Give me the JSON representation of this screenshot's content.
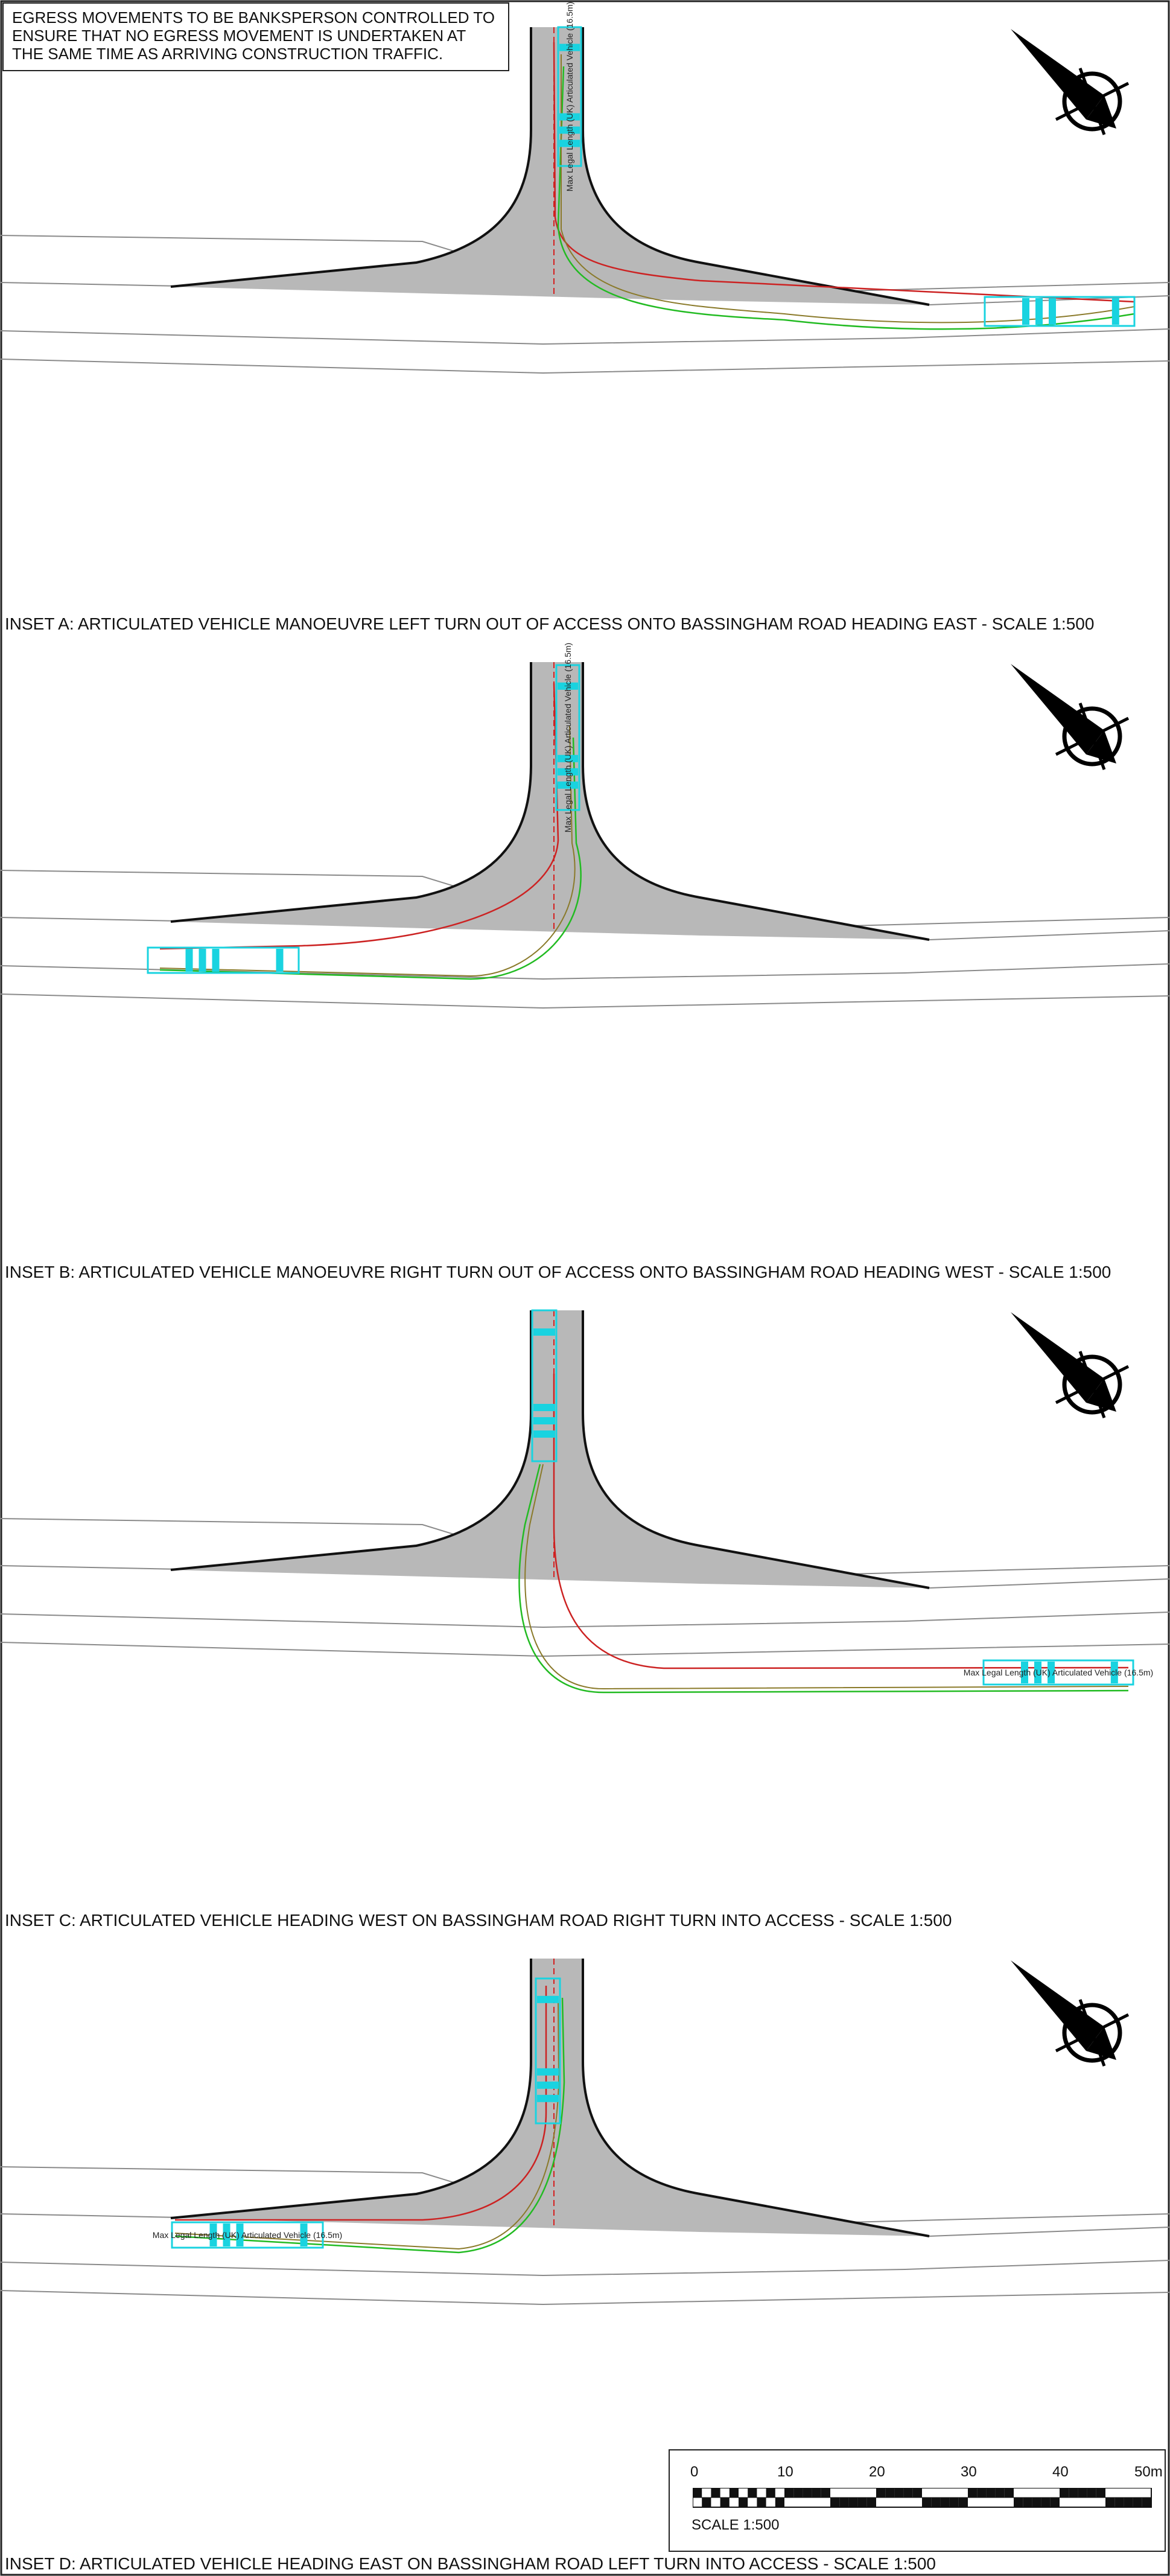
{
  "note": "EGRESS MOVEMENTS TO BE BANKSPERSON CONTROLLED TO ENSURE THAT NO EGRESS MOVEMENT IS UNDERTAKEN AT THE SAME TIME AS ARRIVING CONSTRUCTION TRAFFIC.",
  "vehicle_label": "Max Legal Length (UK) Articulated Vehicle (16.5m)",
  "insets": [
    {
      "id": "A",
      "caption": "INSET A: ARTICULATED VEHICLE MANOEUVRE LEFT TURN OUT OF ACCESS ONTO BASSINGHAM ROAD HEADING EAST - SCALE 1:500"
    },
    {
      "id": "B",
      "caption": "INSET B: ARTICULATED VEHICLE MANOEUVRE RIGHT TURN OUT OF ACCESS ONTO BASSINGHAM ROAD HEADING WEST - SCALE 1:500"
    },
    {
      "id": "C",
      "caption": "INSET C: ARTICULATED VEHICLE HEADING WEST ON BASSINGHAM ROAD RIGHT TURN INTO ACCESS - SCALE 1:500"
    },
    {
      "id": "D",
      "caption": "INSET D: ARTICULATED VEHICLE HEADING EAST ON BASSINGHAM ROAD LEFT TURN INTO ACCESS - SCALE 1:500"
    }
  ],
  "scale_bar": {
    "ticks": [
      "0",
      "10",
      "20",
      "30",
      "40",
      "50m"
    ],
    "label": "SCALE 1:500"
  },
  "colors": {
    "surface": "#b8b8b8",
    "kerb": "#111111",
    "road_edge": "#8a8a8a",
    "path_red": "#cc2222",
    "path_green": "#22bb22",
    "path_olive": "#8a7a2a",
    "vehicle": "#19d3e0",
    "centerline": "#d42020"
  }
}
